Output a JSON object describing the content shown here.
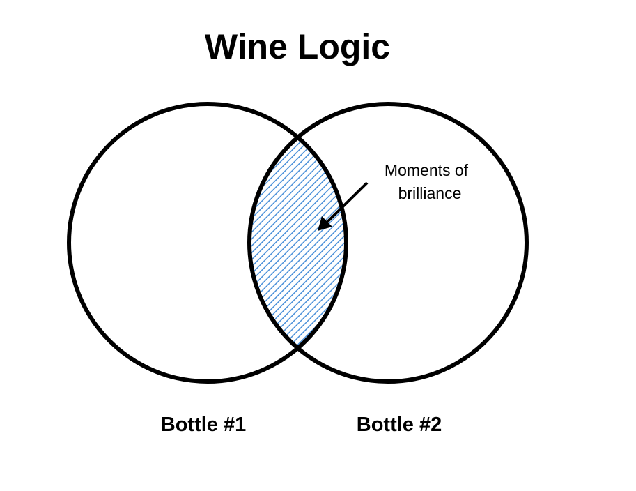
{
  "title": "Wine Logic",
  "sets": [
    {
      "label": "Bottle #1"
    },
    {
      "label": "Bottle #2"
    }
  ],
  "intersection": {
    "label_lines": [
      "Moments of",
      "brilliance"
    ]
  },
  "colors": {
    "outline": "#000000",
    "hatch": "#4a90d9",
    "background": "#ffffff"
  }
}
